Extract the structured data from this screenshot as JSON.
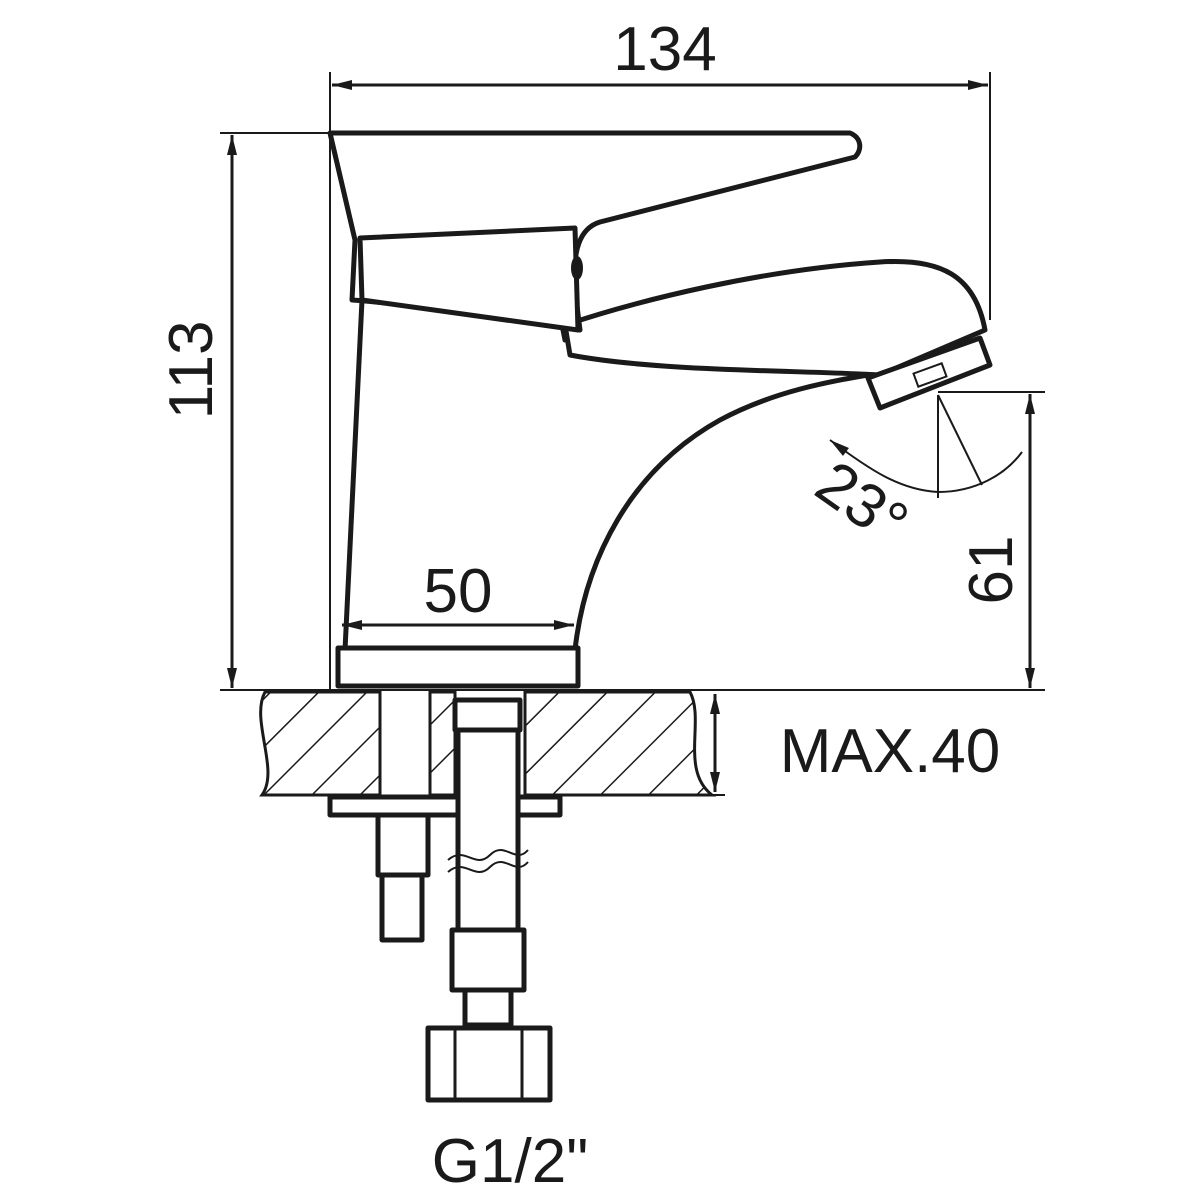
{
  "dimensions": {
    "overall_width": "134",
    "overall_height": "113",
    "base_width": "50",
    "spout_angle": "23°",
    "spout_height": "61",
    "max_counter_thickness": "MAX.40",
    "connection_thread": "G1/2\""
  },
  "colors": {
    "line": "#1a1a1a",
    "background": "#ffffff"
  }
}
